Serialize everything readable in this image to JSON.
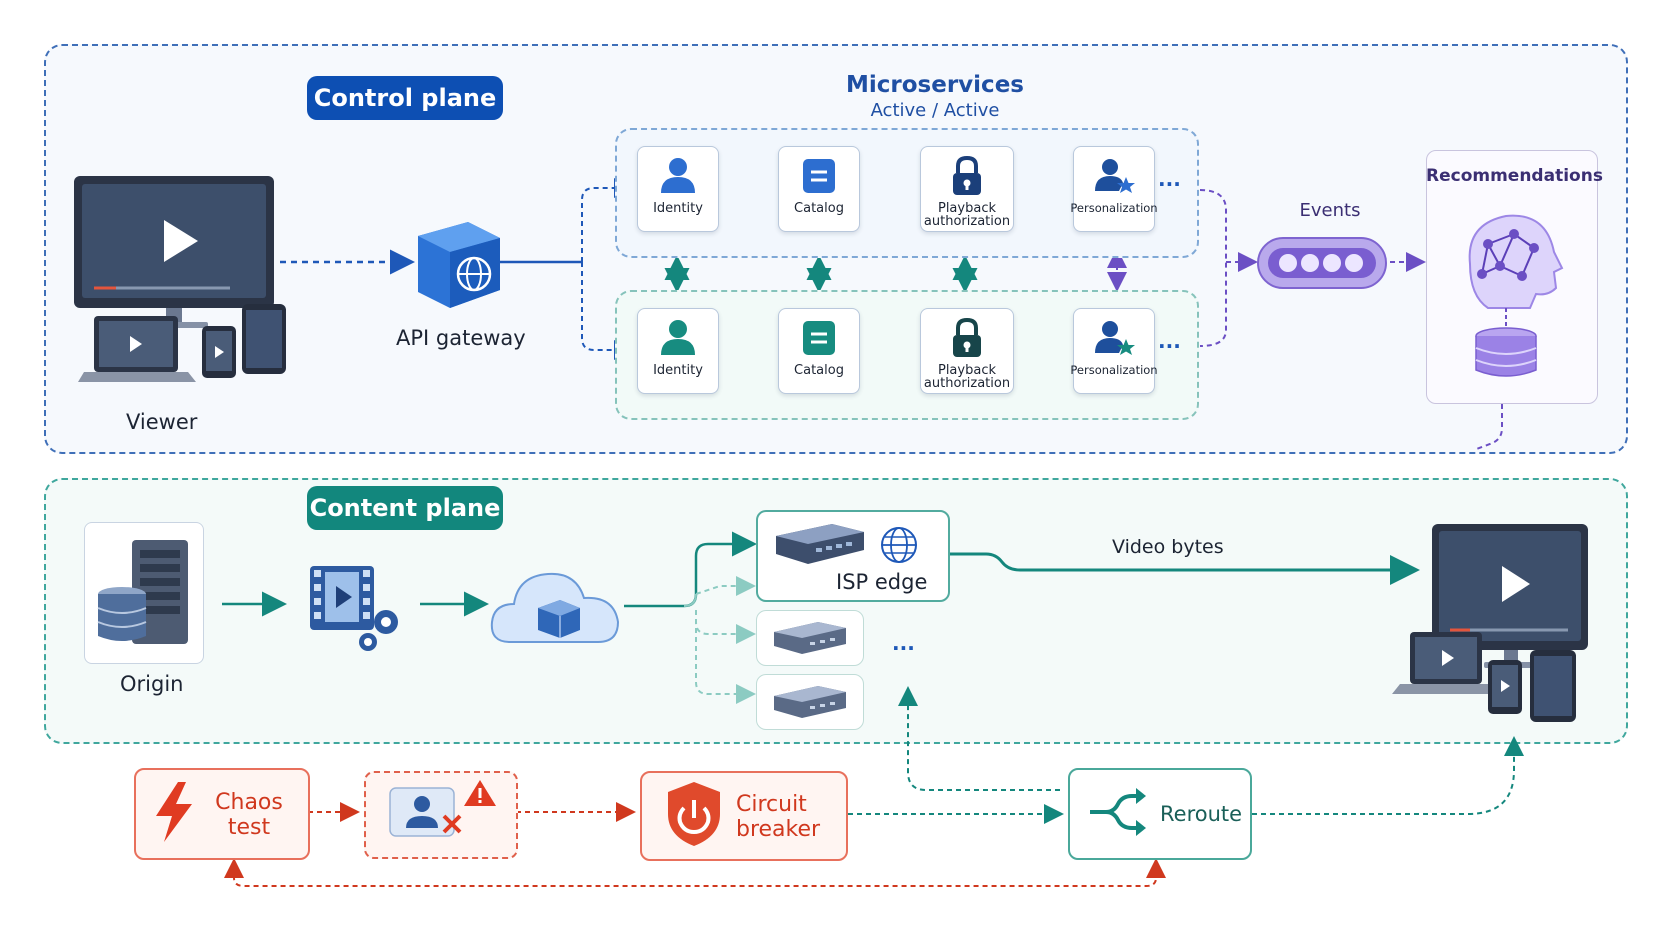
{
  "colors": {
    "control_blue": "#0d4fb3",
    "content_teal": "#12877d",
    "events_purple": "#6b4fc4",
    "chaos_red": "#d0381e"
  },
  "control_plane": {
    "badge": "Control plane",
    "viewer_label": "Viewer",
    "gateway_label": "API gateway",
    "microservices_title": "Microservices",
    "microservices_subtitle": "Active / Active",
    "region_a": [
      {
        "label": "Identity",
        "icon": "user-icon"
      },
      {
        "label": "Catalog",
        "icon": "catalog-icon"
      },
      {
        "label": "Playback authorization",
        "icon": "lock-icon"
      },
      {
        "label": "Personalization",
        "icon": "user-star-icon"
      }
    ],
    "region_b": [
      {
        "label": "Identity",
        "icon": "user-icon"
      },
      {
        "label": "Catalog",
        "icon": "catalog-icon"
      },
      {
        "label": "Playback authorization",
        "icon": "lock-icon"
      },
      {
        "label": "Personalization",
        "icon": "user-star-icon"
      }
    ],
    "more": "···",
    "events_label": "Events",
    "recommendations_label": "Recommendations"
  },
  "content_plane": {
    "badge": "Content plane",
    "origin_label": "Origin",
    "isp_edge_label": "ISP edge",
    "video_bytes_label": "Video bytes",
    "more": "···"
  },
  "resilience": {
    "chaos_label": "Chaos test",
    "breaker_label": "Circuit breaker",
    "reroute_label": "Reroute"
  }
}
